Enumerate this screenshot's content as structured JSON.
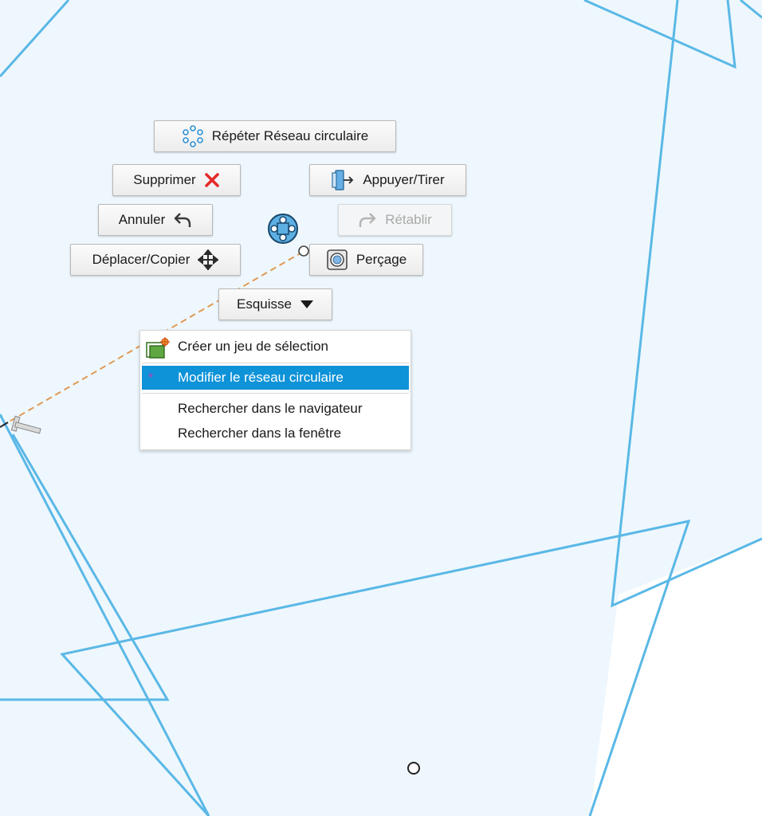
{
  "marking_menu": {
    "repeat_label": "Répéter Réseau circulaire",
    "delete_label": "Supprimer",
    "pushpull_label": "Appuyer/Tirer",
    "undo_label": "Annuler",
    "redo_label": "Rétablir",
    "move_label": "Déplacer/Copier",
    "hole_label": "Perçage",
    "sketch_label": "Esquisse"
  },
  "context_menu": {
    "items": [
      "Créer un jeu de sélection",
      "Modifier le réseau circulaire",
      "Rechercher dans le navigateur",
      "Rechercher dans la fenêtre"
    ],
    "selected_index": 1
  },
  "colors": {
    "canvas_bg": "#ffffff",
    "face_fill": "#eef7fd",
    "edge": "#5ab8e6",
    "selection": "#0e92d8",
    "delete_icon": "#e52b2b",
    "dashed_line": "#e09a55"
  },
  "icons": {
    "center": "marking-menu-center-icon",
    "repeat": "circular-pattern-icon",
    "delete": "red-x-icon",
    "pushpull": "press-pull-icon",
    "undo": "undo-arrow-icon",
    "redo": "redo-arrow-icon",
    "move": "move-arrows-icon",
    "hole": "hole-icon",
    "sketch": "dropdown-triangle-icon",
    "selection_set": "selection-set-icon"
  }
}
